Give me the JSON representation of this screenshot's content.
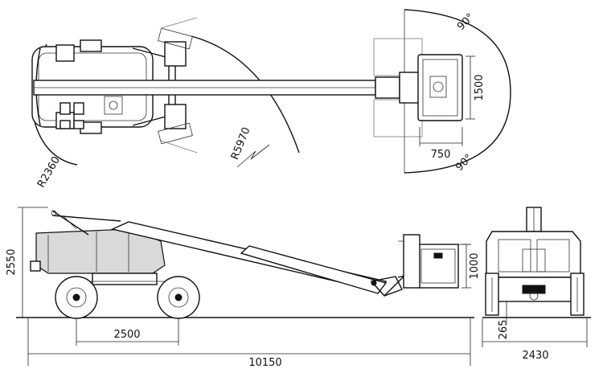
{
  "top_view": {
    "swing_radius": "R5970",
    "tail_radius": "R2360",
    "platform_width": "1500",
    "platform_depth": "750",
    "rotation_top": "90°",
    "rotation_bottom": "90°"
  },
  "side_view": {
    "overall_length": "10150",
    "wheelbase": "2500",
    "stowed_height": "2550",
    "platform_height": "1000"
  },
  "rear_view": {
    "overall_width": "2430",
    "ground_clearance": "265"
  }
}
